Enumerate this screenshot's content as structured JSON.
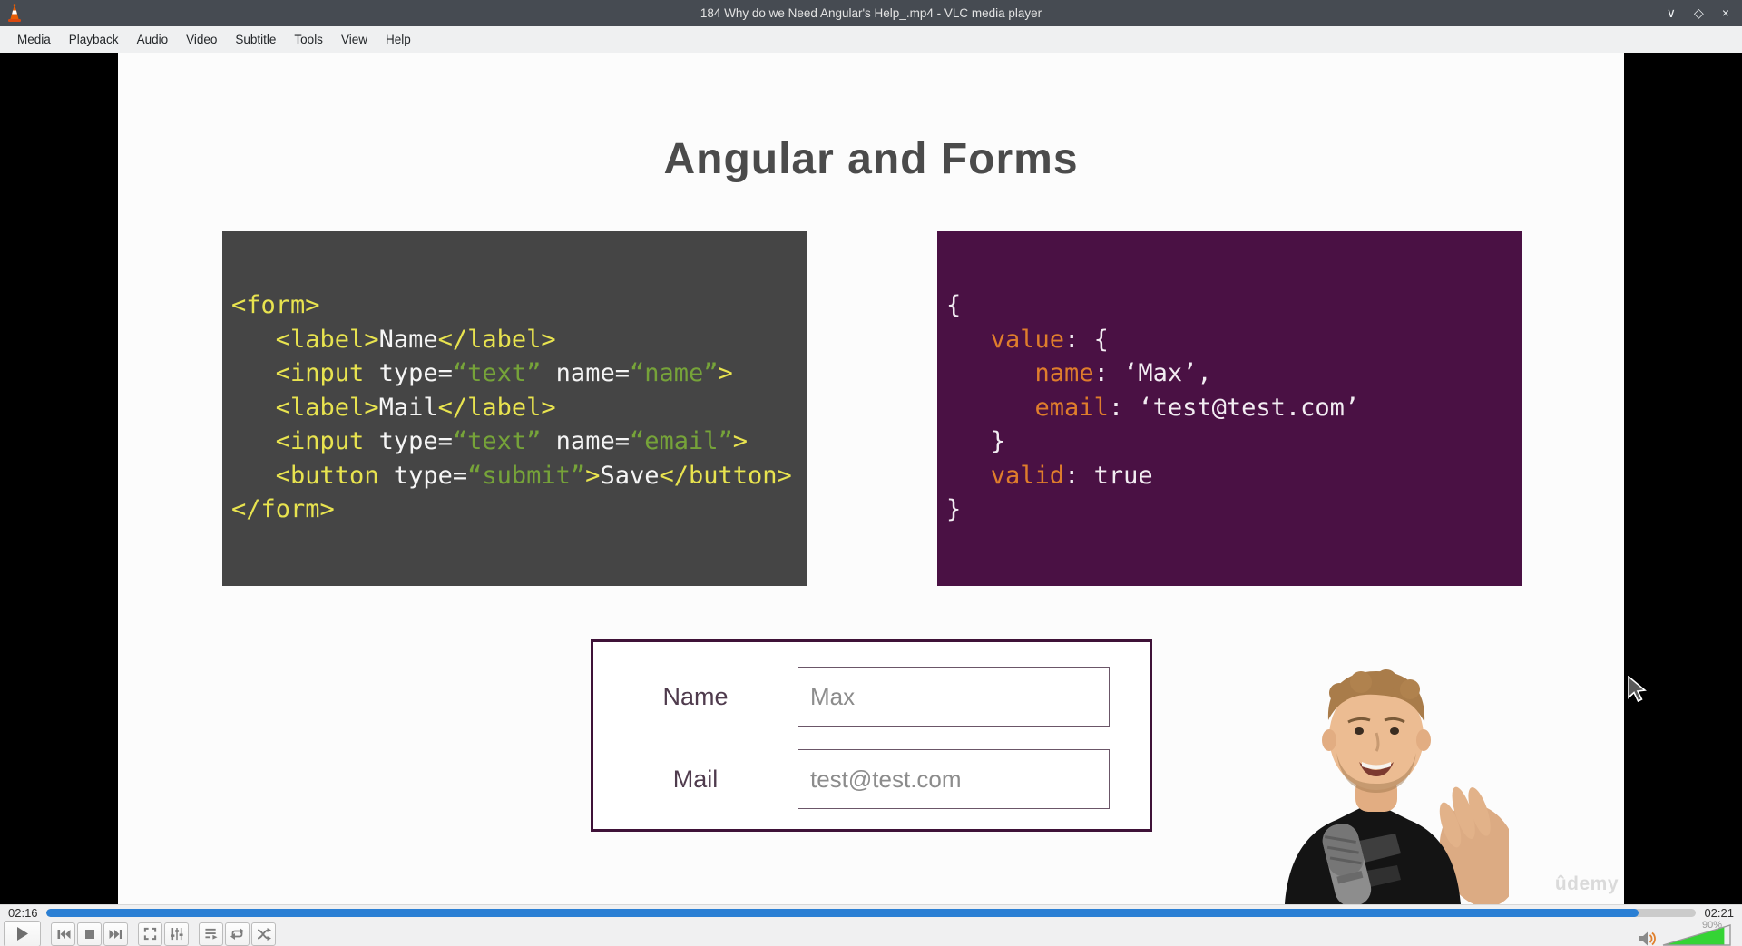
{
  "window": {
    "title": "184 Why do we Need Angular's Help_.mp4 - VLC media player",
    "app_icon": "vlc-cone-icon",
    "controls": {
      "minimize": "∨",
      "maximize": "◇",
      "close": "×"
    }
  },
  "menu": {
    "items": [
      "Media",
      "Playback",
      "Audio",
      "Video",
      "Subtitle",
      "Tools",
      "View",
      "Help"
    ]
  },
  "video": {
    "slide": {
      "title": "Angular and Forms",
      "html_block": {
        "lines": [
          [
            {
              "t": "<form>",
              "c": "tag"
            }
          ],
          [
            {
              "t": "   ",
              "c": "pl"
            },
            {
              "t": "<label>",
              "c": "tag"
            },
            {
              "t": "Name",
              "c": "pl"
            },
            {
              "t": "</label>",
              "c": "tag"
            }
          ],
          [
            {
              "t": "   ",
              "c": "pl"
            },
            {
              "t": "<input",
              "c": "tag"
            },
            {
              "t": " type=",
              "c": "pl"
            },
            {
              "t": "“text”",
              "c": "str"
            },
            {
              "t": " name=",
              "c": "pl"
            },
            {
              "t": "“name”",
              "c": "str"
            },
            {
              "t": ">",
              "c": "tag"
            }
          ],
          [
            {
              "t": "   ",
              "c": "pl"
            },
            {
              "t": "<label>",
              "c": "tag"
            },
            {
              "t": "Mail",
              "c": "pl"
            },
            {
              "t": "</label>",
              "c": "tag"
            }
          ],
          [
            {
              "t": "   ",
              "c": "pl"
            },
            {
              "t": "<input",
              "c": "tag"
            },
            {
              "t": " type=",
              "c": "pl"
            },
            {
              "t": "“text”",
              "c": "str"
            },
            {
              "t": " name=",
              "c": "pl"
            },
            {
              "t": "“email”",
              "c": "str"
            },
            {
              "t": ">",
              "c": "tag"
            }
          ],
          [
            {
              "t": "   ",
              "c": "pl"
            },
            {
              "t": "<button",
              "c": "tag"
            },
            {
              "t": " type=",
              "c": "pl"
            },
            {
              "t": "“submit”",
              "c": "str"
            },
            {
              "t": ">",
              "c": "tag"
            },
            {
              "t": "Save",
              "c": "pl"
            },
            {
              "t": "</button>",
              "c": "tag"
            }
          ],
          [
            {
              "t": "</form>",
              "c": "tag"
            }
          ]
        ]
      },
      "state_block": {
        "lines": [
          [
            {
              "t": "{",
              "c": "pl2"
            }
          ],
          [
            {
              "t": "   ",
              "c": "pl2"
            },
            {
              "t": "value",
              "c": "key"
            },
            {
              "t": ": {",
              "c": "pl2"
            }
          ],
          [
            {
              "t": "      ",
              "c": "pl2"
            },
            {
              "t": "name",
              "c": "key"
            },
            {
              "t": ": ‘Max’,",
              "c": "pl2"
            }
          ],
          [
            {
              "t": "      ",
              "c": "pl2"
            },
            {
              "t": "email",
              "c": "key"
            },
            {
              "t": ": ‘test@test.com’",
              "c": "pl2"
            }
          ],
          [
            {
              "t": "   }",
              "c": "pl2"
            }
          ],
          [
            {
              "t": "   ",
              "c": "pl2"
            },
            {
              "t": "valid",
              "c": "key"
            },
            {
              "t": ": true",
              "c": "pl2"
            }
          ],
          [
            {
              "t": "}",
              "c": "pl2"
            }
          ]
        ]
      },
      "form": {
        "name_label": "Name",
        "name_value": "Max",
        "mail_label": "Mail",
        "mail_value": "test@test.com"
      },
      "watermark": "ûdemy"
    }
  },
  "controls": {
    "elapsed": "02:16",
    "total": "02:21",
    "progress_pct": 96.5,
    "volume_pct": 90,
    "volume_label": "90%",
    "buttons": [
      "play",
      "previous",
      "stop",
      "next",
      "fullscreen",
      "extended-settings",
      "playlist",
      "loop",
      "random"
    ],
    "volume_icon": "speaker-icon"
  },
  "colors": {
    "titlebar_bg": "#464b52",
    "menubar_bg": "#eff0f1",
    "code_html_bg": "#454545",
    "code_state_bg": "#4a1144",
    "tag_yellow": "#e8e34f",
    "attr_value_green": "#76a339",
    "key_orange": "#df7d2c",
    "seek_blue": "#2a7fd4",
    "volume_green": "#35d435",
    "form_border_purple": "#3f1238"
  }
}
